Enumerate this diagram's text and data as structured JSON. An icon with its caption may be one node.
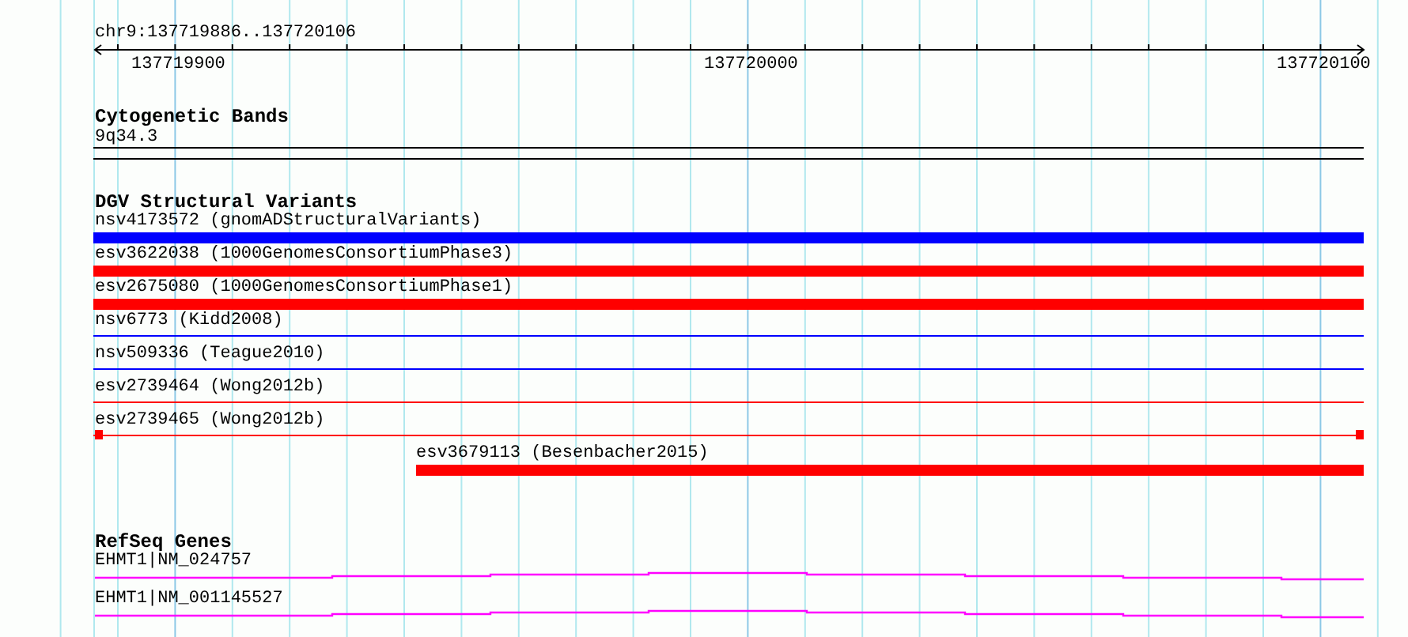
{
  "diagram": {
    "labels": [
      "chr9:137719886..137720106",
      "137719900",
      "137720000",
      "137720100",
      "Cytogenetic Bands",
      "9q34.3",
      "DGV Structural Variants",
      "nsv4173572 (gnomADStructuralVariants)",
      "esv3622038 (1000GenomesConsortiumPhase3)",
      "esv2675080 (1000GenomesConsortiumPhase1)",
      "nsv6773 (Kidd2008)",
      "nsv509336 (Teague2010)",
      "esv2739464 (Wong2012b)",
      "esv2739465 (Wong2012b)",
      "esv3679113 (Besenbacher2015)",
      "RefSeq Genes",
      "EHMT1|NM_024757",
      "EHMT1|NM_001145527"
    ]
  }
}
